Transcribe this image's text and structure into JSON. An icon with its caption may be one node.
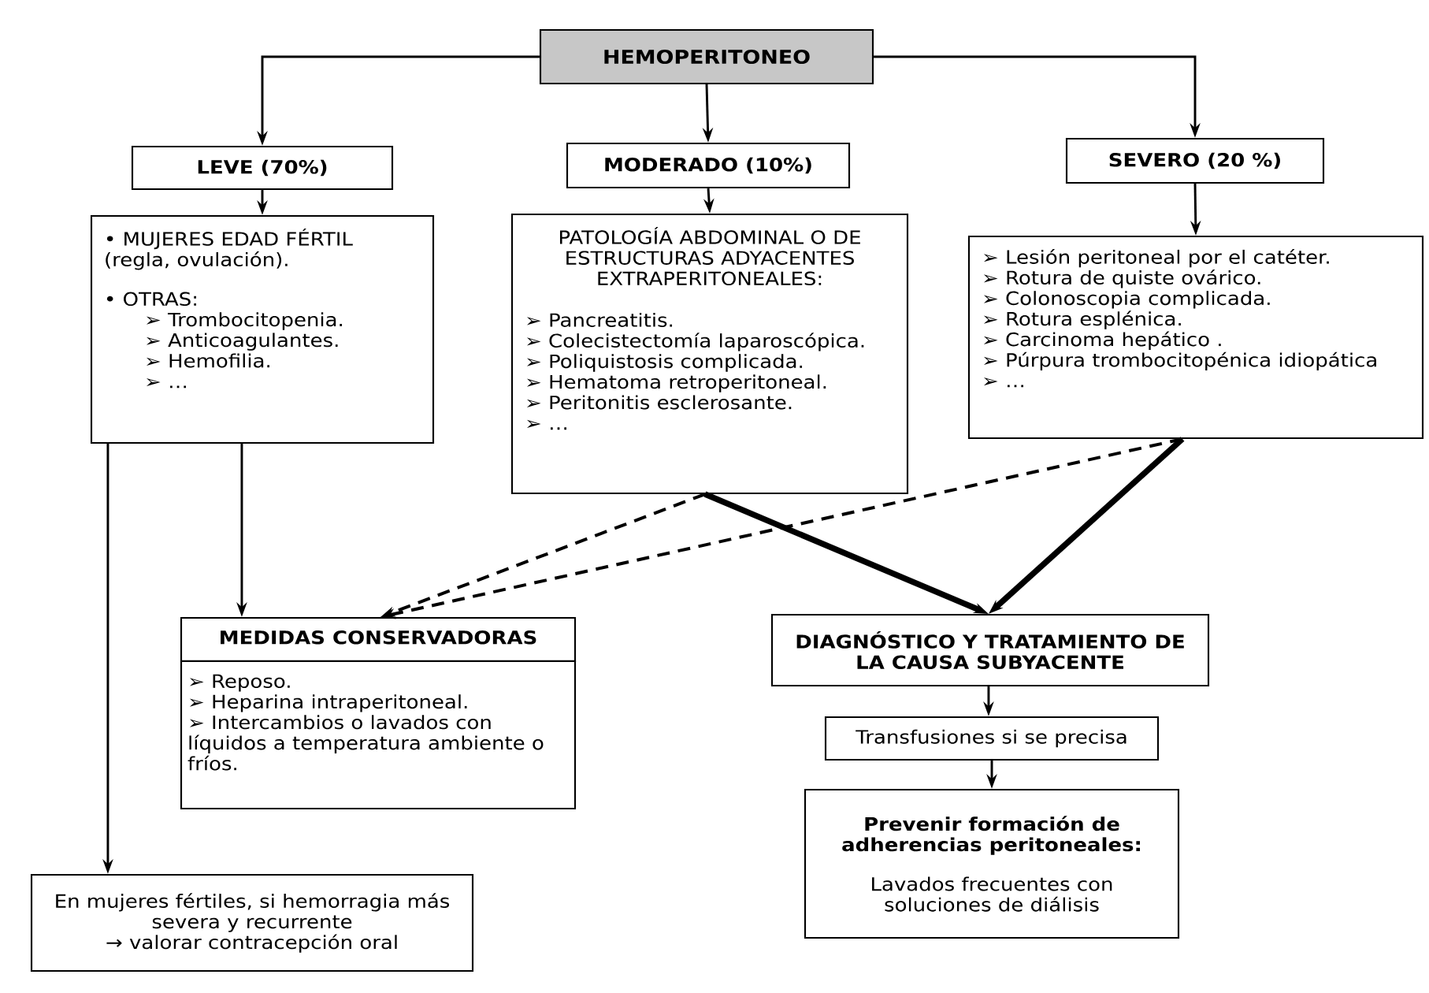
{
  "diagram": {
    "nodes": [
      {
        "text": [
          "HEMOPERITONEO"
        ]
      },
      {
        "text": [
          "LEVE (70%)"
        ]
      },
      {
        "text": [
          "MODERADO (10%)"
        ]
      },
      {
        "text": [
          "SEVERO (20 %)"
        ]
      },
      {
        "text": [
          "• MUJERES EDAD FÉRTIL (regla, ovulación).",
          "• OTRAS:",
          "➢ Trombocitopenia.",
          "➢ Anticoagulantes.",
          "➢ Hemofilia.",
          "➢ …"
        ]
      },
      {
        "text": [
          "PATOLOGÍA ABDOMINAL O DE ESTRUCTURAS ADYACENTES EXTRAPERITONEALES:",
          "➢ Pancreatitis.",
          "➢ Colecistectomía laparoscópica.",
          "➢ Poliquistosis complicada.",
          "➢ Hematoma retroperitoneal.",
          "➢ Peritonitis esclerosante.",
          "➢ …"
        ]
      },
      {
        "text": [
          "➢ Lesión peritoneal por el catéter.",
          "➢ Rotura de quiste ovárico.",
          "➢ Colonoscopia complicada.",
          "➢ Rotura esplénica.",
          "➢ Carcinoma hepático .",
          "➢ Púrpura trombocitopénica idiopática",
          "➢ …"
        ]
      },
      {
        "text": [
          "MEDIDAS CONSERVADORAS",
          "➢ Reposo.",
          "➢ Heparina intraperitoneal.",
          "➢ Intercambios o lavados con líquidos a temperatura ambiente o fríos."
        ]
      },
      {
        "text": [
          "DIAGNÓSTICO Y TRATAMIENTO DE LA CAUSA SUBYACENTE"
        ]
      },
      {
        "text": [
          "Transfusiones si se precisa"
        ]
      },
      {
        "text": [
          "Prevenir formación de adherencias peritoneales:",
          "Lavados frecuentes con soluciones de diálisis"
        ]
      },
      {
        "text": [
          "En mujeres fértiles, si hemorragia más severa y recurrente",
          "→ valorar contracepción oral"
        ]
      }
    ],
    "edges": [
      {
        "from": 0,
        "to": 1,
        "arrow": "to"
      },
      {
        "from": 0,
        "to": 2,
        "arrow": "to"
      },
      {
        "from": 0,
        "to": 3,
        "arrow": "to"
      },
      {
        "from": 1,
        "to": 4,
        "arrow": "to"
      },
      {
        "from": 2,
        "to": 5,
        "arrow": "to"
      },
      {
        "from": 3,
        "to": 6,
        "arrow": "to"
      },
      {
        "from": 4,
        "to": 11,
        "arrow": "to"
      },
      {
        "from": 4,
        "to": 7,
        "arrow": "to"
      },
      {
        "from": 5,
        "to": 7,
        "arrow": "to",
        "style": "dashed"
      },
      {
        "from": 6,
        "to": 7,
        "arrow": "to",
        "style": "dashed"
      },
      {
        "from": 5,
        "to": 8,
        "arrow": "to",
        "style": "thick"
      },
      {
        "from": 6,
        "to": 8,
        "arrow": "to",
        "style": "thick"
      },
      {
        "from": 8,
        "to": 9,
        "arrow": "to"
      },
      {
        "from": 9,
        "to": 10,
        "arrow": "to"
      }
    ]
  }
}
